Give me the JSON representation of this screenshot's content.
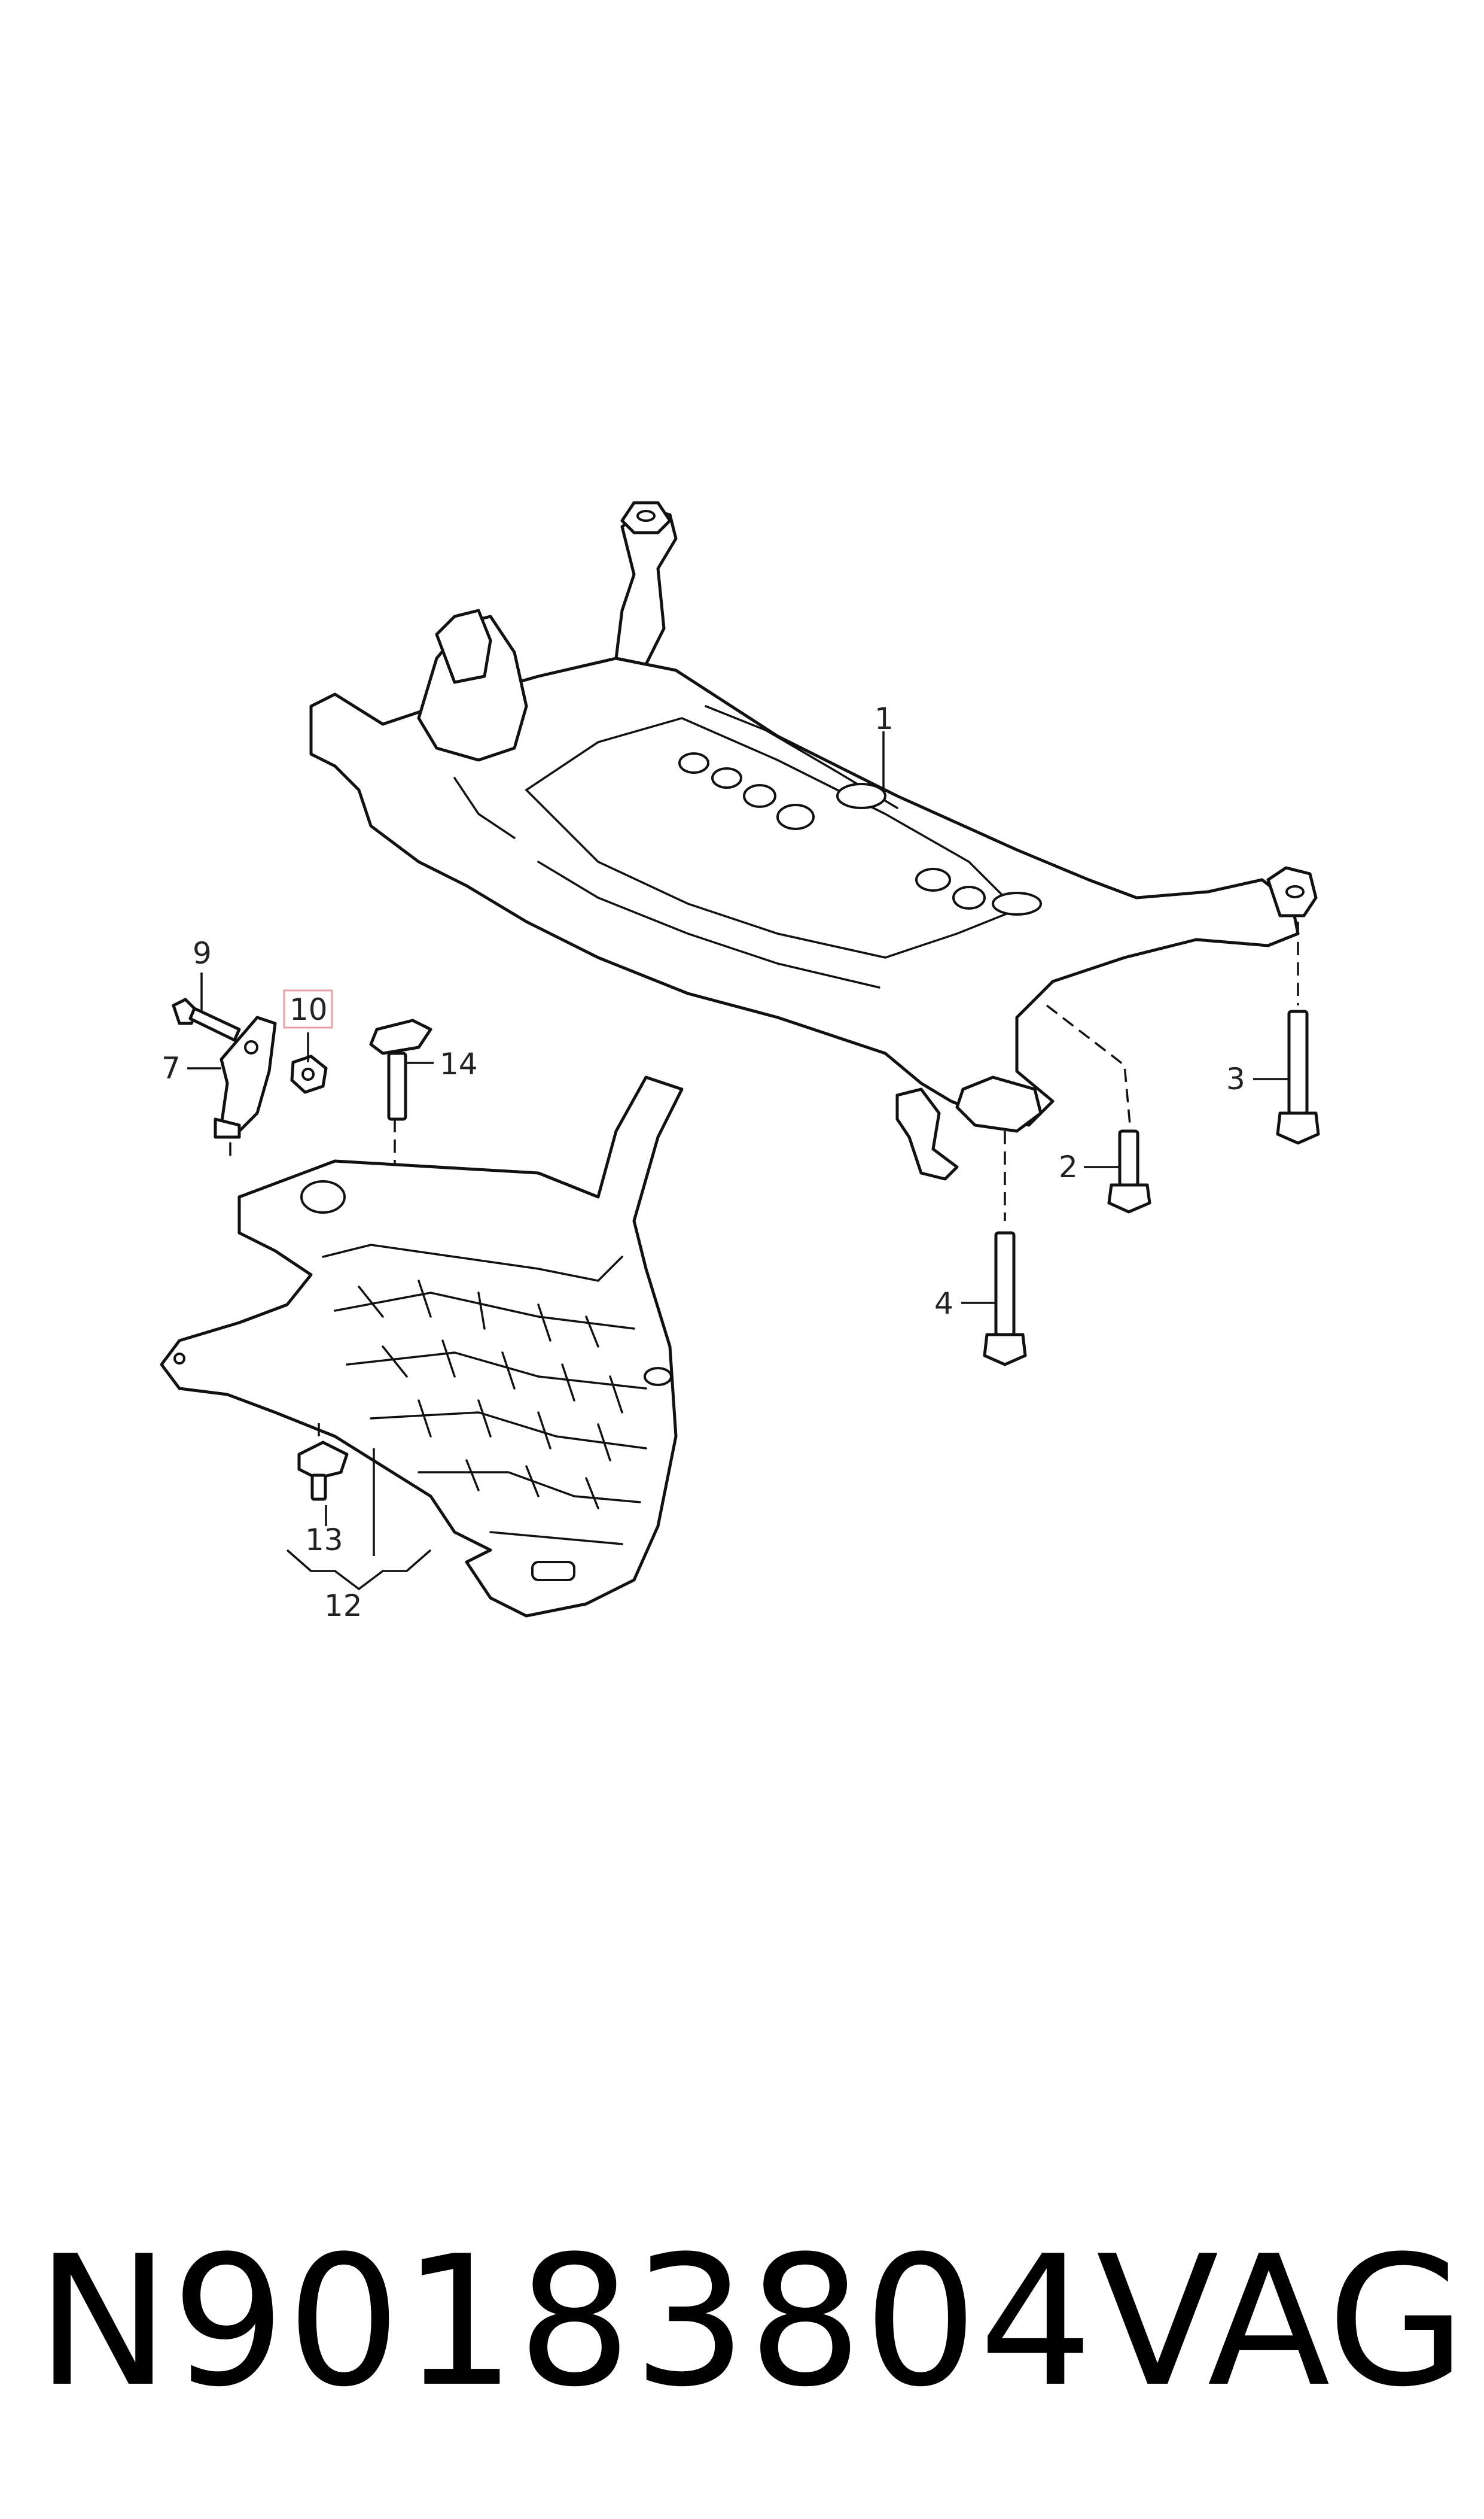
{
  "diagram": {
    "callouts": [
      {
        "id": "1",
        "label": "1"
      },
      {
        "id": "2",
        "label": "2"
      },
      {
        "id": "3",
        "label": "3"
      },
      {
        "id": "4",
        "label": "4"
      },
      {
        "id": "7",
        "label": "7"
      },
      {
        "id": "9",
        "label": "9"
      },
      {
        "id": "10",
        "label": "10",
        "highlighted": true
      },
      {
        "id": "12",
        "label": "12"
      },
      {
        "id": "13",
        "label": "13"
      },
      {
        "id": "14",
        "label": "14"
      }
    ],
    "highlight_color": "#e8a0a8"
  },
  "caption": {
    "part_number": "N90183804",
    "brand": "VAG"
  }
}
